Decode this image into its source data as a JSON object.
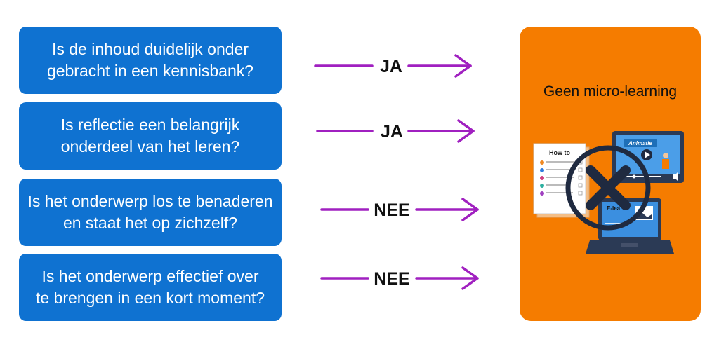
{
  "questions": [
    {
      "line1": "Is de inhoud duidelijk onder",
      "line2": "gebracht in een kennisbank?",
      "answer": "JA"
    },
    {
      "line1": "Is reflectie een belangrijk",
      "line2": "onderdeel van het leren?",
      "answer": "JA"
    },
    {
      "line1": "Is het onderwerp los te benaderen",
      "line2": "en staat het op zichzelf?",
      "answer": "NEE"
    },
    {
      "line1": "Is het onderwerp effectief over",
      "line2": "te brengen in een kort moment?",
      "answer": "NEE"
    }
  ],
  "result": {
    "title": "Geen micro-learning",
    "illustration": {
      "howto_title": "How to",
      "video_label": "Animatie",
      "laptop_label": "E-lea"
    }
  },
  "colors": {
    "question_box": "#0f72d1",
    "arrow": "#a020c0",
    "result_panel": "#f57c00",
    "cross": "#1f2a40"
  }
}
